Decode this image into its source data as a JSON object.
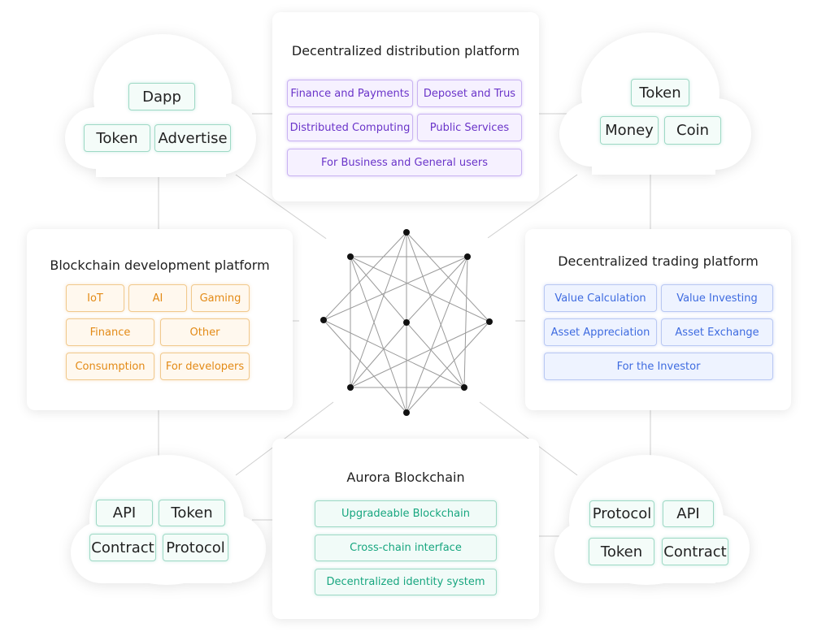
{
  "clouds": {
    "top_left": {
      "dapp": "Dapp",
      "token": "Token",
      "advertise": "Advertise"
    },
    "top_right": {
      "token": "Token",
      "money": "Money",
      "coin": "Coin"
    },
    "bottom_left": {
      "api": "API",
      "token": "Token",
      "contract": "Contract",
      "protocol": "Protocol"
    },
    "bottom_right": {
      "protocol": "Protocol",
      "api": "API",
      "token": "Token",
      "contract": "Contract"
    }
  },
  "distribution": {
    "title": "Decentralized distribution platform",
    "finance": "Finance and Payments",
    "deposit": "Deposet and Trus",
    "computing": "Distributed Computing",
    "public": "Public Services",
    "business": "For Business and General users"
  },
  "development": {
    "title": "Blockchain development platform",
    "iot": "IoT",
    "ai": "AI",
    "gaming": "Gaming",
    "finance": "Finance",
    "other": "Other",
    "consumption": "Consumption",
    "developers": "For developers"
  },
  "trading": {
    "title": "Decentralized trading platform",
    "calc": "Value Calculation",
    "investing": "Value Investing",
    "appreciation": "Asset Appreciation",
    "exchange": "Asset Exchange",
    "investor": "For the Investor"
  },
  "aurora": {
    "title": "Aurora Blockchain",
    "upgradeable": "Upgradeable Blockchain",
    "crosschain": "Cross-chain interface",
    "identity": "Decentralized identity system"
  },
  "colors": {
    "purple": "#6a34c9",
    "orange": "#e38a16",
    "blue": "#3e6be0",
    "green": "#17a67f",
    "cloud": "#ffffff"
  }
}
